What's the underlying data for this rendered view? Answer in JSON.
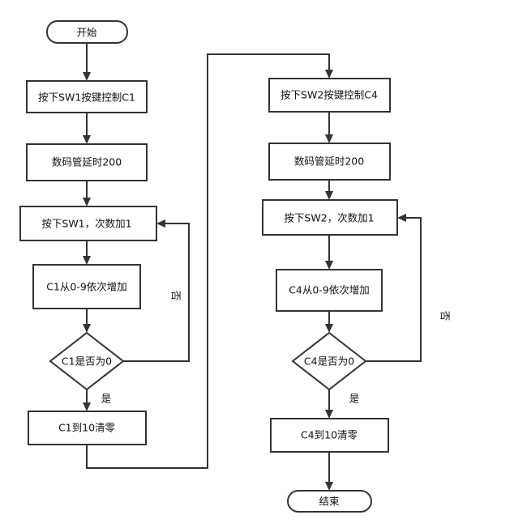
{
  "flowchart": {
    "left": {
      "start": "开始",
      "step_press": "按下SW1按键控制C1",
      "step_delay": "数码管延时200",
      "step_count": "按下SW1，次数加1",
      "step_increment": "C1从0-9依次增加",
      "decision": "C1是否为0",
      "step_reset": "C1到10清零",
      "label_no": "否",
      "label_yes": "是"
    },
    "right": {
      "step_press": "按下SW2按键控制C4",
      "step_delay": "数码管延时200",
      "step_count": "按下SW2，次数加1",
      "step_increment": "C4从0-9依次增加",
      "decision": "C4是否为0",
      "step_reset": "C4到10清零",
      "end": "结束",
      "label_no": "否",
      "label_yes": "是"
    }
  }
}
